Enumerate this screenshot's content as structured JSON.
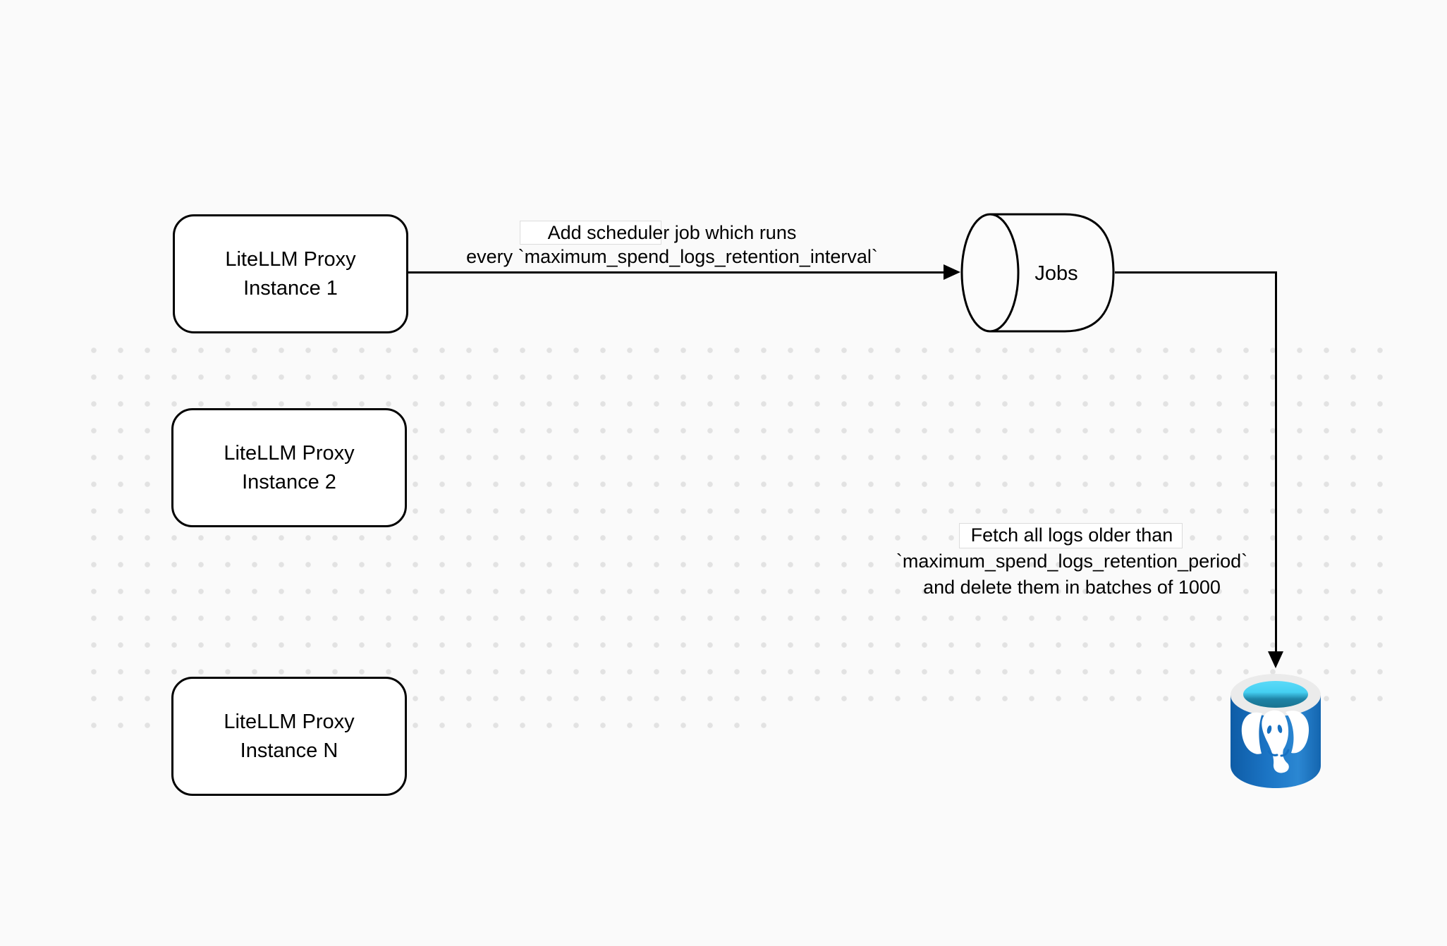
{
  "diagram": {
    "background_color": "#fafafa",
    "dot_grid_color": "#e2e2e2",
    "stroke_color": "#000000"
  },
  "nodes": {
    "proxy_instances": [
      {
        "line1": "LiteLLM Proxy",
        "line2": "Instance 1"
      },
      {
        "line1": "LiteLLM Proxy",
        "line2": "Instance 2"
      },
      {
        "line1": "LiteLLM Proxy",
        "line2": "Instance N"
      }
    ],
    "jobs": {
      "label": "Jobs"
    },
    "database": {
      "icon": "postgresql-elephant-database-icon",
      "body_color": "#1b74c4",
      "rim_color": "#ebebeb",
      "water_top_color": "#4fd6f7",
      "water_bottom_color": "#1e83a6"
    }
  },
  "edges": {
    "scheduler": {
      "line1": "Add scheduler job which runs",
      "line2": "every `maximum_spend_logs_retention_interval`"
    },
    "fetch": {
      "line1": "Fetch all logs older than",
      "line2": "`maximum_spend_logs_retention_period`",
      "line3": "and delete them in batches of 1000"
    }
  }
}
